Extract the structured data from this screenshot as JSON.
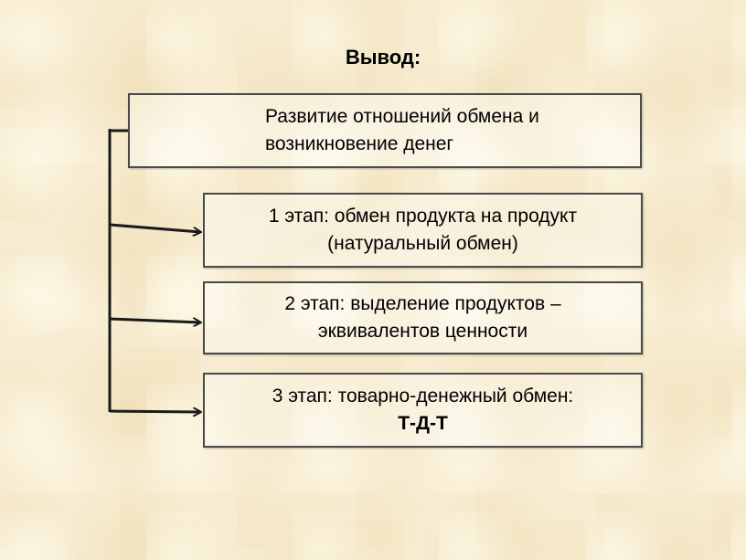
{
  "title": "Вывод:",
  "main_box": {
    "line1": "Развитие отношений обмена и",
    "line2": "возникновение денег"
  },
  "stages": [
    {
      "line1": "1 этап: обмен продукта на продукт",
      "line2": "(натуральный обмен)"
    },
    {
      "line1": "2 этап: выделение продуктов –",
      "line2": "эквивалентов ценности"
    },
    {
      "line1": "3 этап: товарно-денежный обмен:",
      "line2": "Т-Д-Т"
    }
  ]
}
